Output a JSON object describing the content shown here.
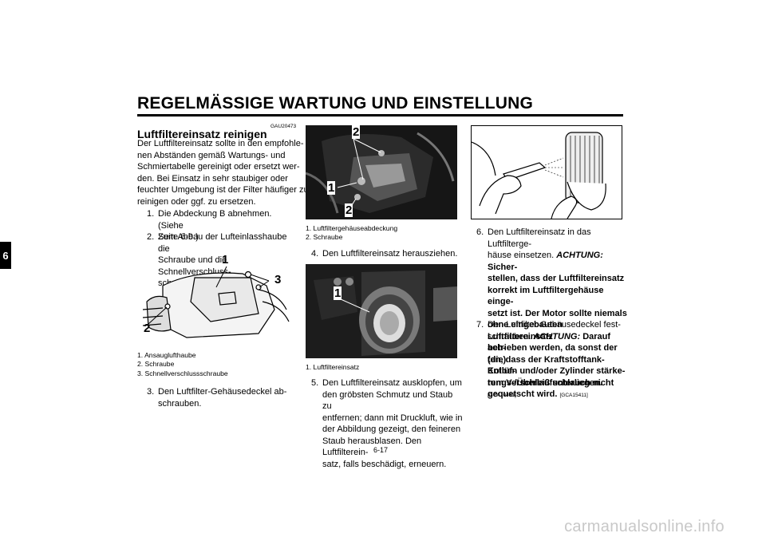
{
  "header": {
    "title": "REGELMÄSSIGE WARTUNG UND EINSTELLUNG",
    "chapter_tab": "6"
  },
  "section": {
    "code": "GAU20473",
    "title": "Luftfiltereinsatz reinigen",
    "intro_lines": [
      "Der Luftfiltereinsatz sollte in den empfohle-",
      "nen Abständen gemäß Wartungs- und",
      "Schmiertabelle gereinigt oder ersetzt wer-",
      "den. Bei Einsatz in sehr staubiger oder",
      "feuchter Umgebung ist der Filter häufiger zu",
      "reinigen oder ggf. zu ersetzen."
    ]
  },
  "steps": {
    "s1": {
      "num": "1.",
      "lines": [
        "Die Abdeckung B abnehmen. (Siehe",
        "Seite 6-9.)"
      ]
    },
    "s2": {
      "num": "2.",
      "lines": [
        "Zum Abbau der Lufteinlasshaube die",
        "Schraube und die Schnellverschluss-",
        "schrauben entfernen."
      ]
    },
    "s3": {
      "num": "3.",
      "lines": [
        "Den Luftfilter-Gehäusedeckel ab-",
        "schrauben."
      ]
    },
    "s4": {
      "num": "4.",
      "lines": [
        "Den Luftfiltereinsatz herausziehen."
      ]
    },
    "s5": {
      "num": "5.",
      "lines": [
        "Den Luftfiltereinsatz ausklopfen, um",
        "den gröbsten Schmutz und Staub zu",
        "entfernen; dann mit Druckluft, wie in",
        "der Abbildung gezeigt, den feineren",
        "Staub herausblasen. Den Luftfilterein-",
        "satz, falls beschädigt, erneuern."
      ]
    },
    "s6": {
      "num": "6.",
      "line1": "Den Luftfiltereinsatz in das Luftfilterge-",
      "line2_plain": "häuse einsetzen. ",
      "line2_label": "ACHTUNG:",
      "line2_bold": " Sicher-",
      "bold_lines": [
        "stellen, dass der Luftfiltereinsatz",
        "korrekt im Luftfiltergehäuse einge-",
        "setzt ist. Der Motor sollte niemals",
        "ohne eingebauten Luftfiltereinsatz",
        "betrieben werden, da sonst der (die)",
        "Kolben und/oder Zylinder stärke-"
      ],
      "last_bold": "rem Verschleiß unterliegen.",
      "last_code": "[GCA10481]"
    },
    "s7": {
      "num": "7.",
      "line1": "Den Luftfilter-Gehäusedeckel fest-",
      "line2_plain": "schrauben. ",
      "line2_label": "ACHTUNG:",
      "line2_bold": " Darauf ach-",
      "bold_lines": [
        "ten, dass der Kraftstofftank-Entlüf-",
        "tungs-/Überlaufschlauch nicht"
      ],
      "last_bold": "gequetscht wird.",
      "last_code": "[GCA15411]"
    }
  },
  "fig1": {
    "labels": [
      "1",
      "3",
      "2"
    ],
    "captions": [
      "1. Ansauglufthaube",
      "2. Schraube",
      "3. Schnellverschlussschraube"
    ]
  },
  "fig2": {
    "labels": [
      "2",
      "1",
      "2"
    ],
    "captions": [
      "1. Luftfiltergehäuseabdeckung",
      "2. Schraube"
    ]
  },
  "fig3": {
    "labels": [
      "1"
    ],
    "captions": [
      "1. Luftfiltereinsatz"
    ]
  },
  "footer": {
    "page": "6-17",
    "watermark": "carmanualsonline.info"
  }
}
